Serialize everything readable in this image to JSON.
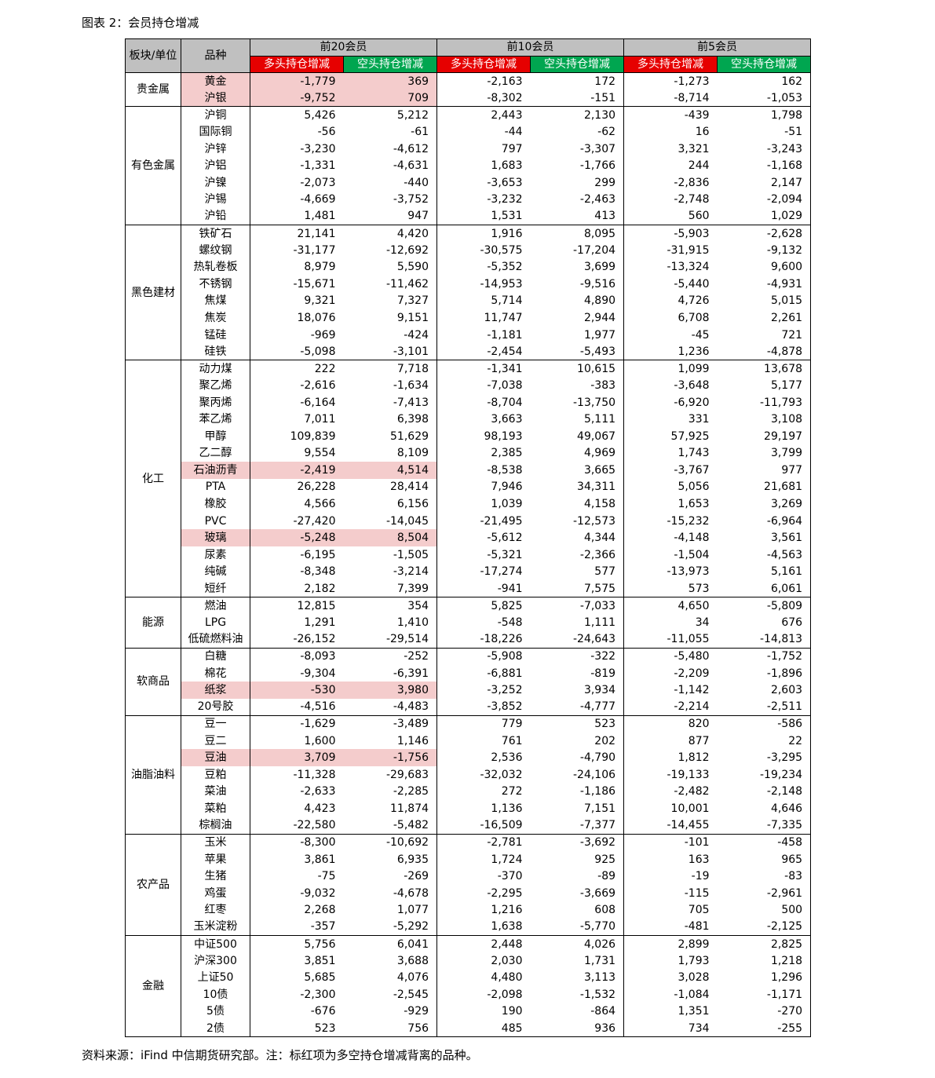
{
  "caption": "图表 2：会员持仓增减",
  "source": "资料来源：iFind 中信期货研究部。注：标红项为多空持仓增减背离的品种。",
  "header": {
    "sector": "板块/单位",
    "product": "品种",
    "groups": [
      "前20会员",
      "前10会员",
      "前5会员"
    ],
    "long": "多头持仓增减",
    "short": "空头持仓增减"
  },
  "colors": {
    "long_header": "#e60000",
    "short_header": "#00a650",
    "highlight": "#f4cccc",
    "header_bg": "#c0c0c0"
  },
  "sectors": [
    {
      "name": "贵金属",
      "rows": [
        {
          "name": "黄金",
          "v": [
            "-1,779",
            "369",
            "-2,163",
            "172",
            "-1,273",
            "162"
          ],
          "hl": true
        },
        {
          "name": "沪银",
          "v": [
            "-9,752",
            "709",
            "-8,302",
            "-151",
            "-8,714",
            "-1,053"
          ],
          "hl": true
        }
      ]
    },
    {
      "name": "有色金属",
      "rows": [
        {
          "name": "沪铜",
          "v": [
            "5,426",
            "5,212",
            "2,443",
            "2,130",
            "-439",
            "1,798"
          ]
        },
        {
          "name": "国际铜",
          "v": [
            "-56",
            "-61",
            "-44",
            "-62",
            "16",
            "-51"
          ]
        },
        {
          "name": "沪锌",
          "v": [
            "-3,230",
            "-4,612",
            "797",
            "-3,307",
            "3,321",
            "-3,243"
          ]
        },
        {
          "name": "沪铝",
          "v": [
            "-1,331",
            "-4,631",
            "1,683",
            "-1,766",
            "244",
            "-1,168"
          ]
        },
        {
          "name": "沪镍",
          "v": [
            "-2,073",
            "-440",
            "-3,653",
            "299",
            "-2,836",
            "2,147"
          ]
        },
        {
          "name": "沪锡",
          "v": [
            "-4,669",
            "-3,752",
            "-3,232",
            "-2,463",
            "-2,748",
            "-2,094"
          ]
        },
        {
          "name": "沪铅",
          "v": [
            "1,481",
            "947",
            "1,531",
            "413",
            "560",
            "1,029"
          ]
        }
      ]
    },
    {
      "name": "黑色建材",
      "rows": [
        {
          "name": "铁矿石",
          "v": [
            "21,141",
            "4,420",
            "1,916",
            "8,095",
            "-5,903",
            "-2,628"
          ]
        },
        {
          "name": "螺纹钢",
          "v": [
            "-31,177",
            "-12,692",
            "-30,575",
            "-17,204",
            "-31,915",
            "-9,132"
          ]
        },
        {
          "name": "热轧卷板",
          "v": [
            "8,979",
            "5,590",
            "-5,352",
            "3,699",
            "-13,324",
            "9,600"
          ]
        },
        {
          "name": "不锈钢",
          "v": [
            "-15,671",
            "-11,462",
            "-14,953",
            "-9,516",
            "-5,440",
            "-4,931"
          ]
        },
        {
          "name": "焦煤",
          "v": [
            "9,321",
            "7,327",
            "5,714",
            "4,890",
            "4,726",
            "5,015"
          ]
        },
        {
          "name": "焦炭",
          "v": [
            "18,076",
            "9,151",
            "11,747",
            "2,944",
            "6,708",
            "2,261"
          ]
        },
        {
          "name": "锰硅",
          "v": [
            "-969",
            "-424",
            "-1,181",
            "1,977",
            "-45",
            "721"
          ]
        },
        {
          "name": "硅铁",
          "v": [
            "-5,098",
            "-3,101",
            "-2,454",
            "-5,493",
            "1,236",
            "-4,878"
          ]
        }
      ]
    },
    {
      "name": "化工",
      "rows": [
        {
          "name": "动力煤",
          "v": [
            "222",
            "7,718",
            "-1,341",
            "10,615",
            "1,099",
            "13,678"
          ]
        },
        {
          "name": "聚乙烯",
          "v": [
            "-2,616",
            "-1,634",
            "-7,038",
            "-383",
            "-3,648",
            "5,177"
          ]
        },
        {
          "name": "聚丙烯",
          "v": [
            "-6,164",
            "-7,413",
            "-8,704",
            "-13,750",
            "-6,920",
            "-11,793"
          ]
        },
        {
          "name": "苯乙烯",
          "v": [
            "7,011",
            "6,398",
            "3,663",
            "5,111",
            "331",
            "3,108"
          ]
        },
        {
          "name": "甲醇",
          "v": [
            "109,839",
            "51,629",
            "98,193",
            "49,067",
            "57,925",
            "29,197"
          ]
        },
        {
          "name": "乙二醇",
          "v": [
            "9,554",
            "8,109",
            "2,385",
            "4,969",
            "1,743",
            "3,799"
          ]
        },
        {
          "name": "石油沥青",
          "v": [
            "-2,419",
            "4,514",
            "-8,538",
            "3,665",
            "-3,767",
            "977"
          ],
          "hl": true
        },
        {
          "name": "PTA",
          "v": [
            "26,228",
            "28,414",
            "7,946",
            "34,311",
            "5,056",
            "21,681"
          ]
        },
        {
          "name": "橡胶",
          "v": [
            "4,566",
            "6,156",
            "1,039",
            "4,158",
            "1,653",
            "3,269"
          ]
        },
        {
          "name": "PVC",
          "v": [
            "-27,420",
            "-14,045",
            "-21,495",
            "-12,573",
            "-15,232",
            "-6,964"
          ]
        },
        {
          "name": "玻璃",
          "v": [
            "-5,248",
            "8,504",
            "-5,612",
            "4,344",
            "-4,148",
            "3,561"
          ],
          "hl": true
        },
        {
          "name": "尿素",
          "v": [
            "-6,195",
            "-1,505",
            "-5,321",
            "-2,366",
            "-1,504",
            "-4,563"
          ]
        },
        {
          "name": "纯碱",
          "v": [
            "-8,348",
            "-3,214",
            "-17,274",
            "577",
            "-13,973",
            "5,161"
          ]
        },
        {
          "name": "短纤",
          "v": [
            "2,182",
            "7,399",
            "-941",
            "7,575",
            "573",
            "6,061"
          ]
        }
      ]
    },
    {
      "name": "能源",
      "rows": [
        {
          "name": "燃油",
          "v": [
            "12,815",
            "354",
            "5,825",
            "-7,033",
            "4,650",
            "-5,809"
          ]
        },
        {
          "name": "LPG",
          "v": [
            "1,291",
            "1,410",
            "-548",
            "1,111",
            "34",
            "676"
          ]
        },
        {
          "name": "低硫燃料油",
          "v": [
            "-26,152",
            "-29,514",
            "-18,226",
            "-24,643",
            "-11,055",
            "-14,813"
          ]
        }
      ]
    },
    {
      "name": "软商品",
      "rows": [
        {
          "name": "白糖",
          "v": [
            "-8,093",
            "-252",
            "-5,908",
            "-322",
            "-5,480",
            "-1,752"
          ]
        },
        {
          "name": "棉花",
          "v": [
            "-9,304",
            "-6,391",
            "-6,881",
            "-819",
            "-2,209",
            "-1,896"
          ]
        },
        {
          "name": "纸浆",
          "v": [
            "-530",
            "3,980",
            "-3,252",
            "3,934",
            "-1,142",
            "2,603"
          ],
          "hl": true
        },
        {
          "name": "20号胶",
          "v": [
            "-4,516",
            "-4,483",
            "-3,852",
            "-4,777",
            "-2,214",
            "-2,511"
          ]
        }
      ]
    },
    {
      "name": "油脂油料",
      "rows": [
        {
          "name": "豆一",
          "v": [
            "-1,629",
            "-3,489",
            "779",
            "523",
            "820",
            "-586"
          ]
        },
        {
          "name": "豆二",
          "v": [
            "1,600",
            "1,146",
            "761",
            "202",
            "877",
            "22"
          ]
        },
        {
          "name": "豆油",
          "v": [
            "3,709",
            "-1,756",
            "2,536",
            "-4,790",
            "1,812",
            "-3,295"
          ],
          "hl": true
        },
        {
          "name": "豆粕",
          "v": [
            "-11,328",
            "-29,683",
            "-32,032",
            "-24,106",
            "-19,133",
            "-19,234"
          ]
        },
        {
          "name": "菜油",
          "v": [
            "-2,633",
            "-2,285",
            "272",
            "-1,186",
            "-2,482",
            "-2,148"
          ]
        },
        {
          "name": "菜粕",
          "v": [
            "4,423",
            "11,874",
            "1,136",
            "7,151",
            "10,001",
            "4,646"
          ]
        },
        {
          "name": "棕榈油",
          "v": [
            "-22,580",
            "-5,482",
            "-16,509",
            "-7,377",
            "-14,455",
            "-7,335"
          ]
        }
      ]
    },
    {
      "name": "农产品",
      "rows": [
        {
          "name": "玉米",
          "v": [
            "-8,300",
            "-10,692",
            "-2,781",
            "-3,692",
            "-101",
            "-458"
          ]
        },
        {
          "name": "苹果",
          "v": [
            "3,861",
            "6,935",
            "1,724",
            "925",
            "163",
            "965"
          ]
        },
        {
          "name": "生猪",
          "v": [
            "-75",
            "-269",
            "-370",
            "-89",
            "-19",
            "-83"
          ]
        },
        {
          "name": "鸡蛋",
          "v": [
            "-9,032",
            "-4,678",
            "-2,295",
            "-3,669",
            "-115",
            "-2,961"
          ]
        },
        {
          "name": "红枣",
          "v": [
            "2,268",
            "1,077",
            "1,216",
            "608",
            "705",
            "500"
          ]
        },
        {
          "name": "玉米淀粉",
          "v": [
            "-357",
            "-5,292",
            "1,638",
            "-5,770",
            "-481",
            "-2,125"
          ]
        }
      ]
    },
    {
      "name": "金融",
      "rows": [
        {
          "name": "中证500",
          "v": [
            "5,756",
            "6,041",
            "2,448",
            "4,026",
            "2,899",
            "2,825"
          ]
        },
        {
          "name": "沪深300",
          "v": [
            "3,851",
            "3,688",
            "2,030",
            "1,731",
            "1,793",
            "1,218"
          ]
        },
        {
          "name": "上证50",
          "v": [
            "5,685",
            "4,076",
            "4,480",
            "3,113",
            "3,028",
            "1,296"
          ]
        },
        {
          "name": "10债",
          "v": [
            "-2,300",
            "-2,545",
            "-2,098",
            "-1,532",
            "-1,084",
            "-1,171"
          ]
        },
        {
          "name": "5债",
          "v": [
            "-676",
            "-929",
            "190",
            "-864",
            "1,351",
            "-270"
          ]
        },
        {
          "name": "2债",
          "v": [
            "523",
            "756",
            "485",
            "936",
            "734",
            "-255"
          ]
        }
      ]
    }
  ]
}
